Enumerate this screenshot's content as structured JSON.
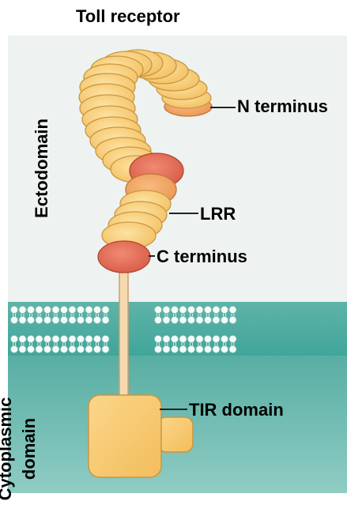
{
  "title": "Toll receptor",
  "labels": {
    "ectodomain": "Ectodomain",
    "n_terminus": "N terminus",
    "lrr": "LRR",
    "c_terminus": "C terminus",
    "tir_domain": "TIR domain",
    "cytoplasmic_line1": "Cytoplasmic",
    "cytoplasmic_line2": "domain"
  },
  "colors": {
    "lrr_segment": "#f7cc74",
    "lrr_segment_border": "#c99640",
    "red_segment": "#e26a55",
    "orange_segment": "#f0a060",
    "membrane_fill": "#3fa59a",
    "cytoplasm_fill": "#7fc3bb",
    "extracellular_bg": "#f0f4f2",
    "stalk": "#f7d9b0"
  }
}
